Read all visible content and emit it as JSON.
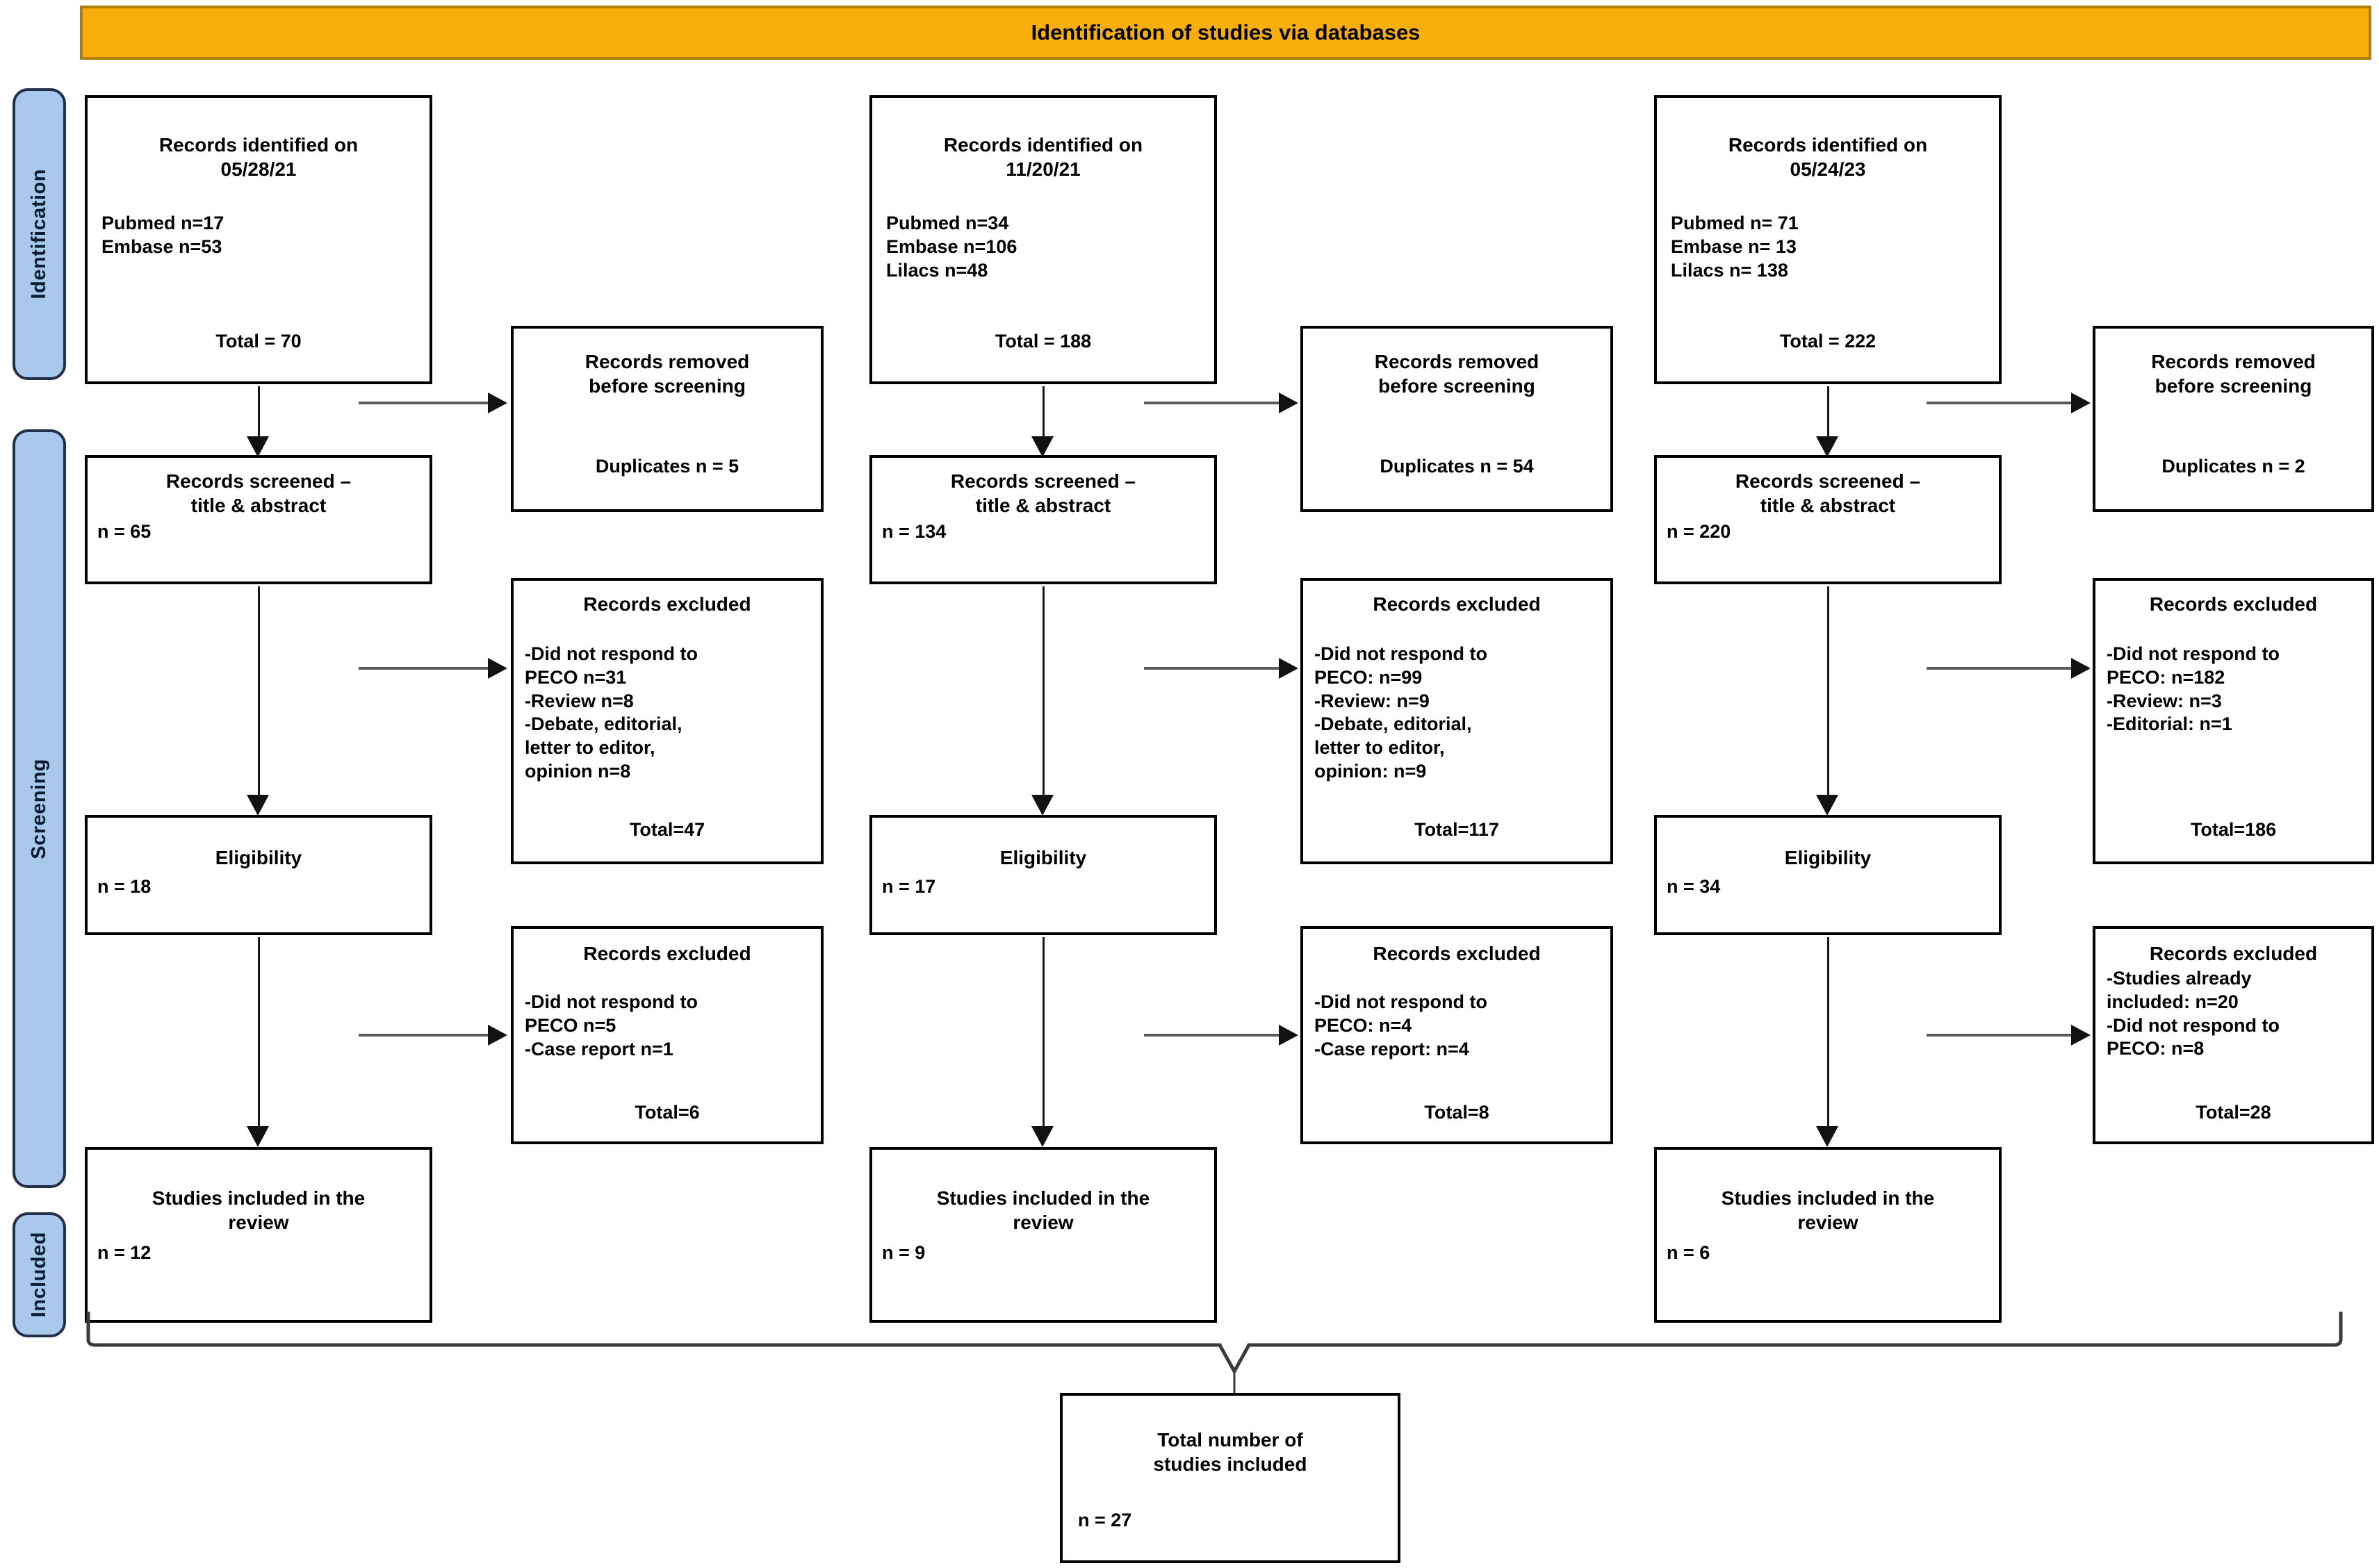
{
  "banner": {
    "label": "Identification of studies via databases"
  },
  "stage_labels": [
    {
      "label": "Identification"
    },
    {
      "label": "Screening"
    },
    {
      "label": "Included"
    }
  ],
  "colors": {
    "banner_bg": "#F8AF0C",
    "banner_border": "#B07F00",
    "stage_bg": "#A9C9EC",
    "stage_border": "#23304C",
    "box_border": "#000000",
    "arrow_line": "#5A5A5A",
    "arrow_head": "#111111"
  },
  "columns": [
    {
      "identified": {
        "title": "Records identified on\n05/28/21",
        "sources": "Pubmed n=17\nEmbase n=53",
        "total": "Total = 70"
      },
      "removed": {
        "title": "Records removed\nbefore screening",
        "detail": "Duplicates n = 5"
      },
      "screened": {
        "title": "Records screened –\ntitle & abstract",
        "n": "n = 65"
      },
      "excluded1": {
        "title": "Records excluded",
        "lines": "-Did not respond to\nPECO n=31\n-Review n=8\n-Debate, editorial,\nletter to editor,\nopinion n=8",
        "total": "Total=47"
      },
      "eligibility": {
        "title": "Eligibility",
        "n": "n = 18"
      },
      "excluded2": {
        "title": "Records excluded",
        "lines": "-Did not respond to\nPECO n=5\n-Case report n=1",
        "total": "Total=6"
      },
      "included": {
        "title": "Studies included in the\nreview",
        "n": "n = 12"
      }
    },
    {
      "identified": {
        "title": "Records identified on\n11/20/21",
        "sources": "Pubmed n=34\nEmbase n=106\nLilacs n=48",
        "total": "Total = 188"
      },
      "removed": {
        "title": "Records removed\nbefore screening",
        "detail": "Duplicates n = 54"
      },
      "screened": {
        "title": "Records screened –\ntitle & abstract",
        "n": "n = 134"
      },
      "excluded1": {
        "title": "Records excluded",
        "lines": "-Did not respond to\nPECO: n=99\n-Review: n=9\n-Debate, editorial,\nletter to editor,\nopinion: n=9",
        "total": "Total=117"
      },
      "eligibility": {
        "title": "Eligibility",
        "n": "n = 17"
      },
      "excluded2": {
        "title": "Records excluded",
        "lines": "-Did not respond to\nPECO: n=4\n-Case report: n=4",
        "total": "Total=8"
      },
      "included": {
        "title": "Studies included in the\nreview",
        "n": "n = 9"
      }
    },
    {
      "identified": {
        "title": "Records identified on\n05/24/23",
        "sources": "Pubmed n= 71\nEmbase n= 13\nLilacs n= 138",
        "total": "Total = 222"
      },
      "removed": {
        "title": "Records removed\nbefore screening",
        "detail": "Duplicates n = 2"
      },
      "screened": {
        "title": "Records screened –\ntitle & abstract",
        "n": "n = 220"
      },
      "excluded1": {
        "title": "Records excluded",
        "lines": "-Did not respond to\nPECO: n=182\n-Review: n=3\n-Editorial: n=1",
        "total": "Total=186"
      },
      "eligibility": {
        "title": "Eligibility",
        "n": "n = 34"
      },
      "excluded2": {
        "title": "Records excluded",
        "lines": "-Studies already\nincluded: n=20\n-Did not respond to\nPECO: n=8",
        "total": "Total=28"
      },
      "included": {
        "title": "Studies included in the\nreview",
        "n": "n = 6"
      }
    }
  ],
  "total_box": {
    "title": "Total number of\nstudies included",
    "n": "n = 27"
  }
}
